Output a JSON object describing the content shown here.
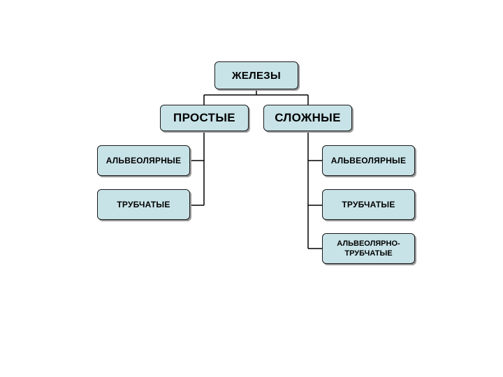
{
  "colors": {
    "node_fill": "#c8e3e8",
    "border": "#1a1a1a",
    "connector": "#000000"
  },
  "root": {
    "label": "ЖЕЛЕЗЫ"
  },
  "simple": {
    "label": "ПРОСТЫЕ",
    "children": [
      {
        "label": "АЛЬВЕОЛЯРНЫЕ"
      },
      {
        "label": "ТРУБЧАТЫЕ"
      }
    ]
  },
  "complex": {
    "label": "СЛОЖНЫЕ",
    "children": [
      {
        "label": "АЛЬВЕОЛЯРНЫЕ"
      },
      {
        "label": "ТРУБЧАТЫЕ"
      },
      {
        "label": "АЛЬВЕОЛЯРНО-ТРУБЧАТЫЕ"
      }
    ]
  }
}
